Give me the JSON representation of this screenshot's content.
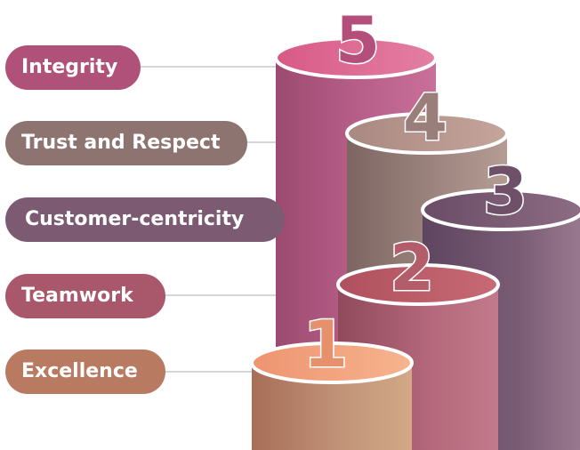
{
  "levels": [
    {
      "number": "1",
      "label": "Excellence",
      "color": "#b97a62"
    },
    {
      "number": "2",
      "label": "Teamwork",
      "color": "#a8586a"
    },
    {
      "number": "3",
      "label": "Customer-centricity",
      "color": "#7b5a72"
    },
    {
      "number": "4",
      "label": "Trust and Respect",
      "color": "#8e7470"
    },
    {
      "number": "5",
      "label": "Integrity",
      "color": "#b0517a"
    }
  ]
}
